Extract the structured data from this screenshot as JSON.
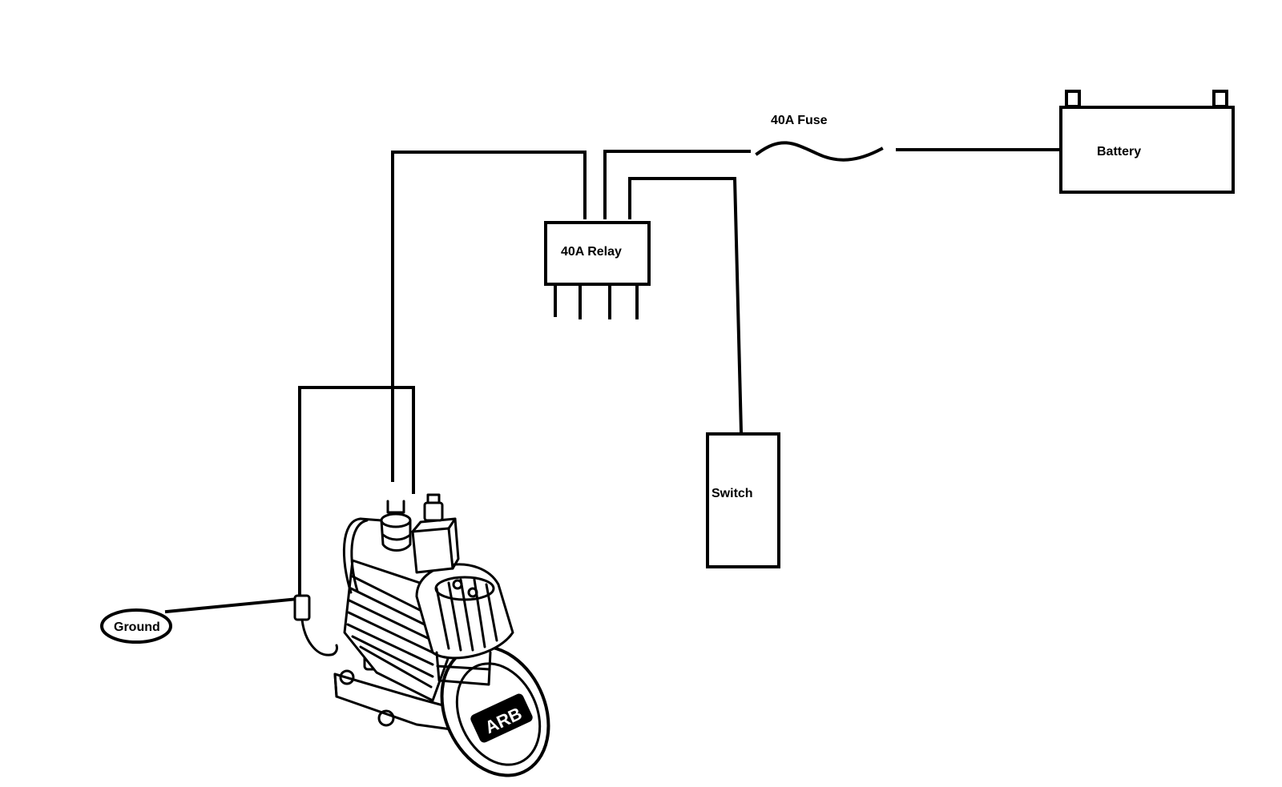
{
  "labels": {
    "fuse": "40A Fuse",
    "battery": "Battery",
    "relay": "40A Relay",
    "switch": "Switch",
    "ground": "Ground"
  },
  "compressor": {
    "brand": "ARB"
  },
  "colors": {
    "line": "#000000",
    "background": "#ffffff"
  }
}
